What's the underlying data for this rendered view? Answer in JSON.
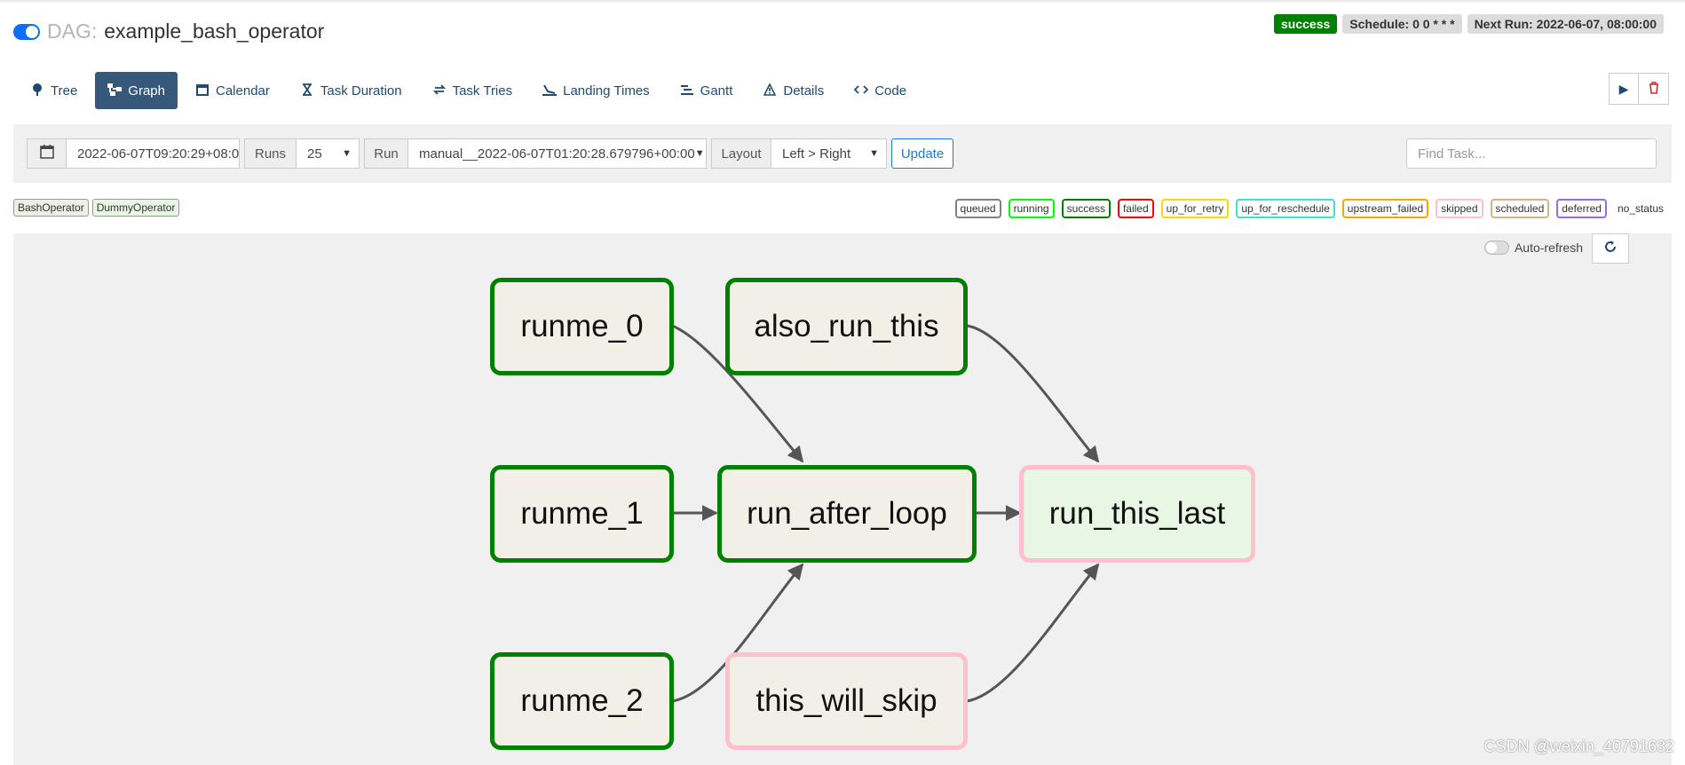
{
  "header": {
    "dag_prefix": "DAG:",
    "dag_name": "example_bash_operator",
    "state_label": "success",
    "schedule": "Schedule: 0 0 * * *",
    "next_run": "Next Run: 2022-06-07, 08:00:00"
  },
  "tabs": [
    {
      "label": "Tree",
      "icon": "tree-icon"
    },
    {
      "label": "Graph",
      "icon": "graph-icon",
      "active": true
    },
    {
      "label": "Calendar",
      "icon": "calendar-icon"
    },
    {
      "label": "Task Duration",
      "icon": "hourglass-icon"
    },
    {
      "label": "Task Tries",
      "icon": "retry-icon"
    },
    {
      "label": "Landing Times",
      "icon": "plane-landing-icon"
    },
    {
      "label": "Gantt",
      "icon": "gantt-icon"
    },
    {
      "label": "Details",
      "icon": "warning-icon"
    },
    {
      "label": "Code",
      "icon": "code-icon"
    }
  ],
  "controls": {
    "base_date": "2022-06-07T09:20:29+08:0",
    "runs_label": "Runs",
    "runs_value": "25",
    "run_label": "Run",
    "run_value": "manual__2022-06-07T01:20:28.679796+00:00",
    "layout_label": "Layout",
    "layout_value": "Left > Right",
    "update_label": "Update",
    "find_placeholder": "Find Task..."
  },
  "operators": [
    {
      "label": "BashOperator",
      "color": "#f0ede4"
    },
    {
      "label": "DummyOperator",
      "color": "#e8f7e4"
    }
  ],
  "states": [
    {
      "label": "queued",
      "color": "#808080"
    },
    {
      "label": "running",
      "color": "#00ff00"
    },
    {
      "label": "success",
      "color": "#008000"
    },
    {
      "label": "failed",
      "color": "#ff0000"
    },
    {
      "label": "up_for_retry",
      "color": "#ffd700"
    },
    {
      "label": "up_for_reschedule",
      "color": "#40e0d0"
    },
    {
      "label": "upstream_failed",
      "color": "#ffa500"
    },
    {
      "label": "skipped",
      "color": "#ffc0cb"
    },
    {
      "label": "scheduled",
      "color": "#d2b48c"
    },
    {
      "label": "deferred",
      "color": "#9370db"
    },
    {
      "label": "no_status",
      "color": ""
    }
  ],
  "graph": {
    "auto_refresh_label": "Auto-refresh",
    "nodes": {
      "runme_0": "runme_0",
      "runme_1": "runme_1",
      "runme_2": "runme_2",
      "also_run_this": "also_run_this",
      "run_after_loop": "run_after_loop",
      "this_will_skip": "this_will_skip",
      "run_this_last": "run_this_last"
    }
  },
  "watermark": "CSDN @weixin_40791632"
}
